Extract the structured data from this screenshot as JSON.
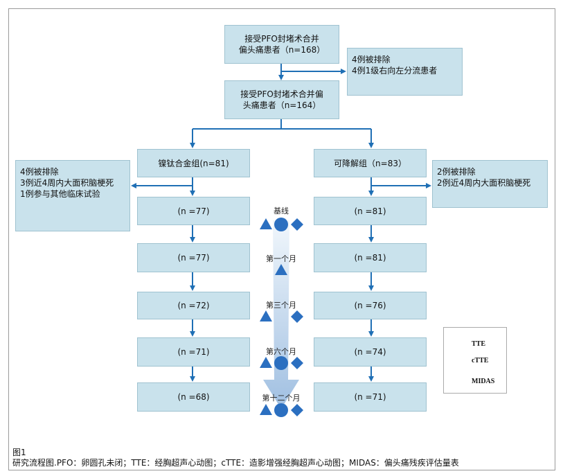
{
  "boxes": {
    "enrolled": [
      "接受PFO封堵术合并",
      "偏头痛患者（n=168）"
    ],
    "excluded_top": [
      "4例被排除",
      "4例1级右向左分流患者"
    ],
    "included": [
      "接受PFO封堵术合并偏",
      "头痛患者（n=164）"
    ],
    "ni_group": "镍钛合金组(n=81)",
    "bio_group": "可降解组（n=83）",
    "excluded_left": [
      "4例被排除",
      "3例近4周内大面积脑梗死",
      "1例参与其他临床试验"
    ],
    "excluded_right": [
      "2例被排除",
      "2例近4周内大面积脑梗死"
    ],
    "ni_counts": [
      "(n =77)",
      "(n =77)",
      "(n =72)",
      "(n =71)",
      "(n =68)"
    ],
    "bio_counts": [
      "(n =81)",
      "(n =81)",
      "(n =76)",
      "(n =74)",
      "(n =71)"
    ]
  },
  "timepoints": [
    "基线",
    "第一个月",
    "第三个月",
    "第六个月",
    "第十二个月"
  ],
  "timepoint_markers": [
    [
      "triangle",
      "circle",
      "diamond"
    ],
    [
      "triangle"
    ],
    [
      "triangle",
      "diamond"
    ],
    [
      "triangle",
      "circle",
      "diamond"
    ],
    [
      "triangle",
      "circle",
      "diamond"
    ]
  ],
  "legend": [
    {
      "icon": "triangle-icon",
      "label": "TTE"
    },
    {
      "icon": "circle-icon",
      "label": "cTTE"
    },
    {
      "icon": "diamond-icon",
      "label": "MIDAS"
    }
  ],
  "caption": {
    "figure": "图1",
    "text": "研究流程图.PFO：卵圆孔未闭；TTE：经胸超声心动图；cTTE：造影增强经胸超声心动图；MIDAS：偏头痛残疾评估量表"
  },
  "colors": {
    "box_fill": "#c9e2ec",
    "arrow": "#1f6fb5",
    "marker": "#2b6fc0"
  }
}
